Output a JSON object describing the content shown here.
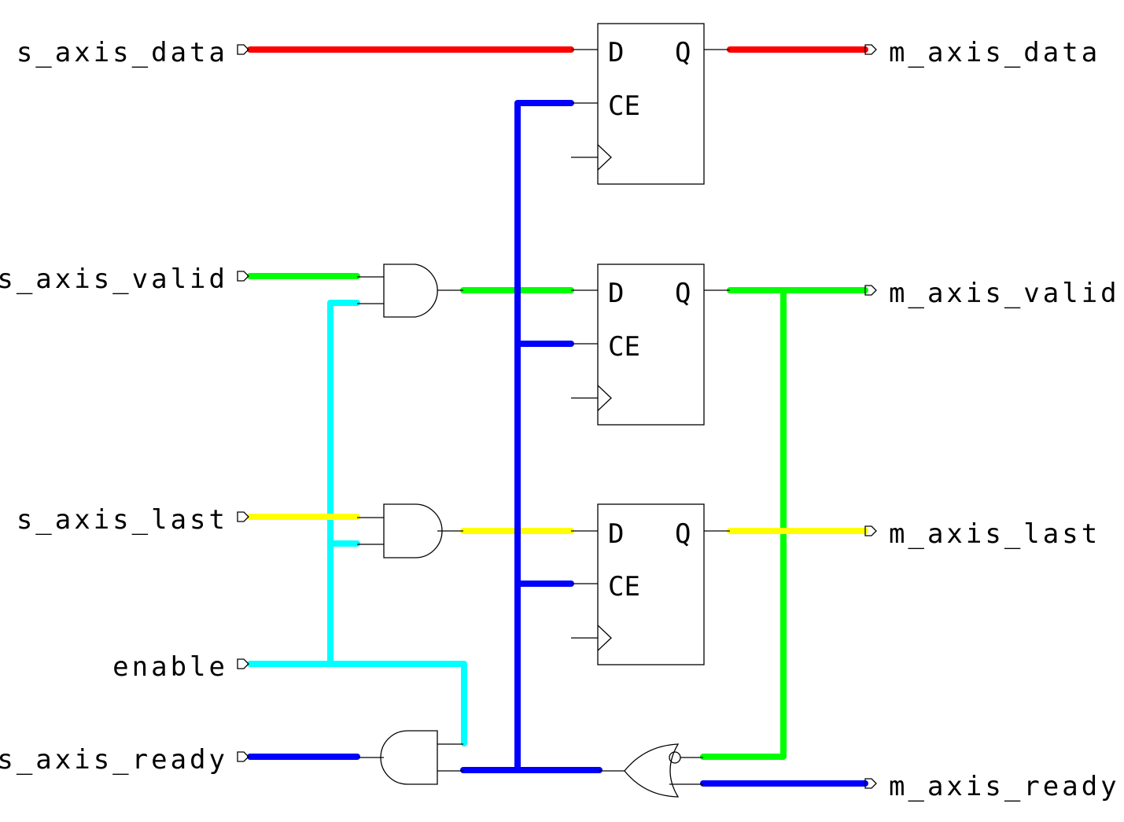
{
  "diagram": {
    "type": "logic-schematic",
    "inputs": [
      {
        "id": "s_axis_data",
        "label": "s_axis_data",
        "color": "#ff0000"
      },
      {
        "id": "s_axis_valid",
        "label": "s_axis_valid",
        "color": "#00ff00"
      },
      {
        "id": "s_axis_last",
        "label": "s_axis_last",
        "color": "#ffff00"
      },
      {
        "id": "enable",
        "label": "enable",
        "color": "#00ffff"
      },
      {
        "id": "s_axis_ready",
        "label": "s_axis_ready",
        "color": "#0000ff"
      }
    ],
    "outputs": [
      {
        "id": "m_axis_data",
        "label": "m_axis_data",
        "color": "#ff0000"
      },
      {
        "id": "m_axis_valid",
        "label": "m_axis_valid",
        "color": "#00ff00"
      },
      {
        "id": "m_axis_last",
        "label": "m_axis_last",
        "color": "#ffff00"
      },
      {
        "id": "m_axis_ready",
        "label": "m_axis_ready",
        "color": "#0000ff"
      }
    ],
    "flipflops": [
      {
        "id": "ff_data",
        "pins": {
          "d": "D",
          "q": "Q",
          "ce": "CE"
        }
      },
      {
        "id": "ff_valid",
        "pins": {
          "d": "D",
          "q": "Q",
          "ce": "CE"
        }
      },
      {
        "id": "ff_last",
        "pins": {
          "d": "D",
          "q": "Q",
          "ce": "CE"
        }
      }
    ],
    "gates": [
      {
        "id": "and_valid",
        "type": "AND",
        "inputs": [
          "s_axis_valid",
          "enable"
        ]
      },
      {
        "id": "and_last",
        "type": "AND",
        "inputs": [
          "s_axis_last",
          "enable"
        ]
      },
      {
        "id": "and_ready",
        "type": "AND",
        "inputs": [
          "enable",
          "s_axis_ready"
        ]
      },
      {
        "id": "or_ready",
        "type": "OR",
        "inputs": [
          "NOT m_axis_valid",
          "m_axis_ready"
        ]
      }
    ],
    "nets": {
      "data": "#ff0000",
      "valid": "#00ff00",
      "last": "#ffff00",
      "enable": "#00ffff",
      "ce": "#0000ff"
    }
  }
}
